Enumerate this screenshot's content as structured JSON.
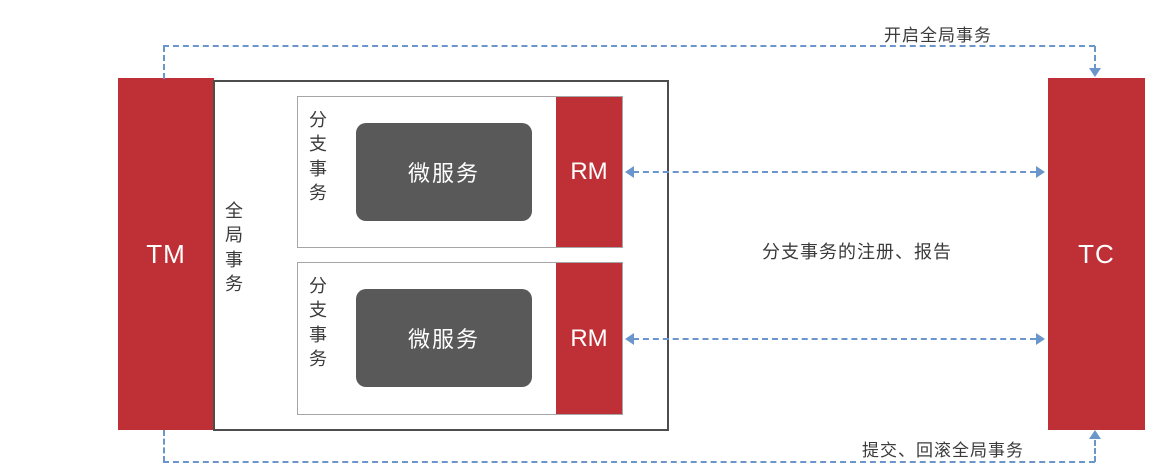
{
  "tm": {
    "label": "TM"
  },
  "tc": {
    "label": "TC"
  },
  "global_box": {
    "label": "全局事务"
  },
  "branches": [
    {
      "branch_label": "分支事务",
      "service_label": "微服务",
      "rm_label": "RM"
    },
    {
      "branch_label": "分支事务",
      "service_label": "微服务",
      "rm_label": "RM"
    }
  ],
  "arrows": {
    "top_label": "开启全局事务",
    "middle_label": "分支事务的注册、报告",
    "bottom_label": "提交、回滚全局事务"
  },
  "colors": {
    "actor_red": "#bf3036",
    "service_gray": "#595959",
    "arrow_blue": "#6b96cc",
    "outer_border": "#4d4d4d",
    "inner_border": "#a6a6a6",
    "text_dark": "#3b3b3b"
  }
}
